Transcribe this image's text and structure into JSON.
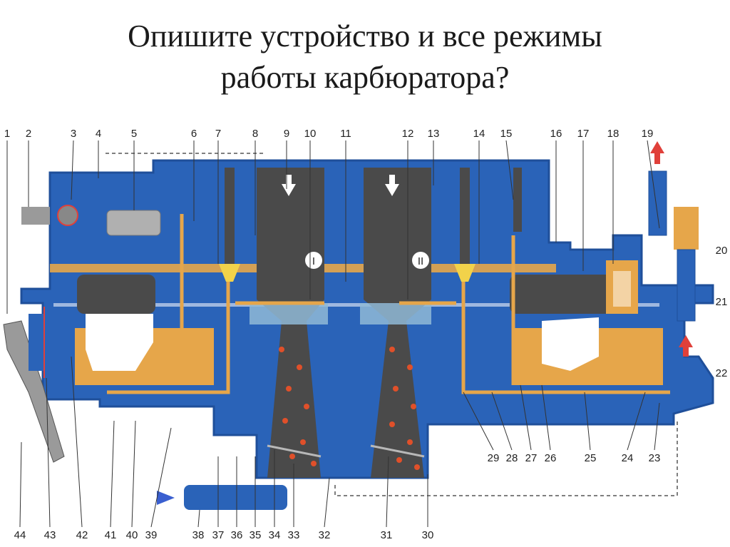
{
  "title": {
    "line1": "Опишите  устройство и все режимы",
    "line2": "работы карбюратора?"
  },
  "labels_top": [
    "1",
    "2",
    "3",
    "4",
    "5",
    "6",
    "7",
    "8",
    "9",
    "10",
    "11",
    "12",
    "13",
    "14",
    "15",
    "16",
    "17",
    "18",
    "19"
  ],
  "labels_right": [
    "20",
    "21",
    "22"
  ],
  "labels_bottom_right": [
    "29",
    "28",
    "27",
    "26",
    "25",
    "24",
    "23"
  ],
  "labels_bottom": [
    "44",
    "43",
    "42",
    "41",
    "40",
    "39",
    "38",
    "37",
    "36",
    "35",
    "34",
    "33",
    "32",
    "31",
    "30"
  ],
  "chamber_marks": [
    "I",
    "II"
  ],
  "colors": {
    "housing": "#2a63b8",
    "housing_dark": "#1f4f9a",
    "fuel": "#e6a64a",
    "chamber": "#4a4a4a",
    "flame": "#e0502a",
    "arrow_red": "#e0403a",
    "arrow_blue": "#3a5fd0"
  }
}
